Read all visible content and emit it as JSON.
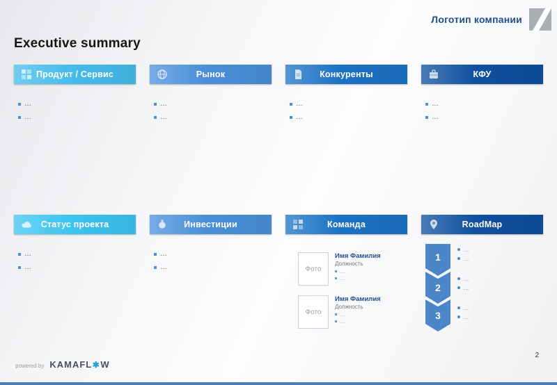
{
  "slide": {
    "logo_label": "Логотип компании",
    "title": "Executive summary",
    "page_number": "2"
  },
  "footer": {
    "powered_by": "powered by",
    "brand_prefix": "KAMAFL",
    "brand_suffix": "W"
  },
  "colors": {
    "header_product": "#45bcec",
    "header_market": "#4a90d9",
    "header_competitors": "#1b72c4",
    "header_kfu": "#0e4f9e",
    "header_status": "#3cc4f0",
    "header_investments": "#4a90d9",
    "header_team": "#1b72c4",
    "header_roadmap": "#0e4f9e",
    "chevron": "#4a86c8",
    "bottom_bar": "#4a7dbd",
    "bullet": "#4a90d9",
    "accent_text": "#1f4e8c"
  },
  "sections": {
    "top": [
      {
        "label": "Продукт / Сервис",
        "icon": "product-icon",
        "color": "#45bcec",
        "bullets": [
          "…",
          "…"
        ]
      },
      {
        "label": "Рынок",
        "icon": "market-globe-icon",
        "color": "#4a90d9",
        "bullets": [
          "…",
          "…"
        ]
      },
      {
        "label": "Конкуренты",
        "icon": "competitors-document-icon",
        "color": "#1b72c4",
        "bullets": [
          "…",
          "…"
        ]
      },
      {
        "label": "КФУ",
        "icon": "briefcase-icon",
        "color": "#0e4f9e",
        "bullets": [
          "…",
          "…"
        ]
      }
    ],
    "bottom": [
      {
        "label": "Статус проекта",
        "icon": "status-cloud-icon",
        "color": "#3cc4f0",
        "bullets": [
          "…",
          "…"
        ]
      },
      {
        "label": "Инвестиции",
        "icon": "money-bag-icon",
        "color": "#4a90d9",
        "bullets": [
          "…",
          "…"
        ]
      },
      {
        "label": "Команда",
        "icon": "team-icon",
        "color": "#1b72c4"
      },
      {
        "label": "RoadMap",
        "icon": "map-pin-icon",
        "color": "#0e4f9e"
      }
    ]
  },
  "team": {
    "members": [
      {
        "photo_placeholder": "Фото",
        "name": "Имя Фамилия",
        "role": "Должность",
        "bullets": [
          "…",
          "…"
        ]
      },
      {
        "photo_placeholder": "Фото",
        "name": "Имя Фамилия",
        "role": "Должность",
        "bullets": [
          "…",
          "…"
        ]
      }
    ]
  },
  "roadmap": {
    "steps": [
      {
        "number": "1",
        "bullets": [
          "…",
          "…"
        ]
      },
      {
        "number": "2",
        "bullets": [
          "…",
          "…"
        ]
      },
      {
        "number": "3",
        "bullets": [
          "…",
          "…"
        ]
      }
    ]
  }
}
